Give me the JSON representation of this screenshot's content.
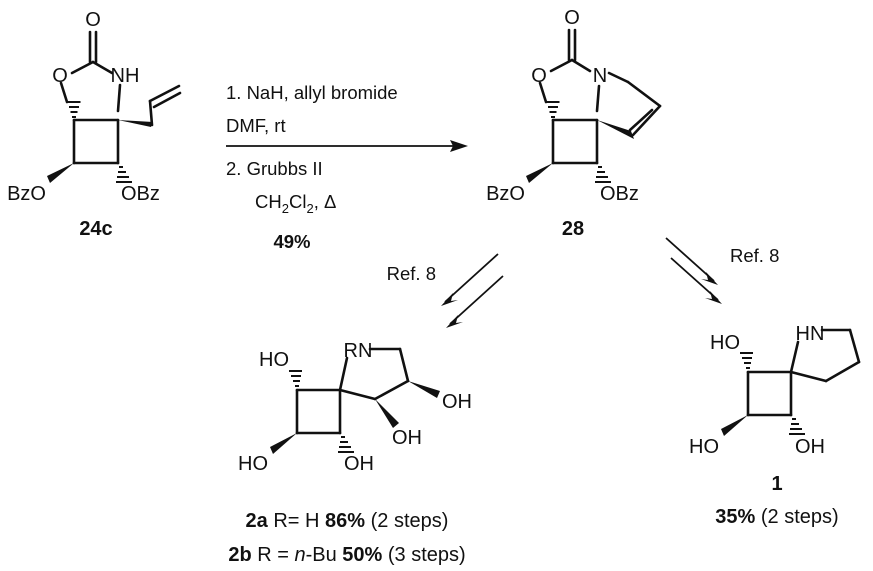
{
  "compound_24c": {
    "carbonyl_O": "O",
    "ring_O": "O",
    "NH": "NH",
    "OBz_left": "BzO",
    "OBz_right": "OBz",
    "label": "24c"
  },
  "compound_28": {
    "carbonyl_O": "O",
    "ring_O": "O",
    "N": "N",
    "OBz_left": "BzO",
    "OBz_right": "OBz",
    "label": "28"
  },
  "reaction_1": {
    "step1_line1": "1. NaH, allyl bromide",
    "step1_line2": "DMF, rt",
    "step2_line1": "2. Grubbs II",
    "step2_solvent": "CH",
    "step2_sub2a": "2",
    "step2_Cl": "Cl",
    "step2_sub2b": "2",
    "step2_heat": ", Δ",
    "yield": "49%"
  },
  "reaction_left": {
    "ref": "Ref. 8"
  },
  "reaction_right": {
    "ref": "Ref. 8"
  },
  "compound_2": {
    "RN": "RN",
    "HO_top": "HO",
    "HO_bottom": "HO",
    "OH_bottom": "OH",
    "OH_mid": "OH",
    "OH_right": "OH"
  },
  "compound_1": {
    "HN": "HN",
    "HO_top": "HO",
    "HO_bottom": "HO",
    "OH_bottom": "OH",
    "label": "1",
    "yield": "35%",
    "yield_note": " (2 steps)"
  },
  "results_2": {
    "a_label": "2a",
    "a_text": " R= H ",
    "a_yield": "86%",
    "a_note": " (2 steps)",
    "b_label": "2b",
    "b_text_pre": " R = ",
    "b_nbu_n": "n",
    "b_nbu_rest": "-Bu ",
    "b_yield": "50%",
    "b_note": " (3 steps)"
  }
}
